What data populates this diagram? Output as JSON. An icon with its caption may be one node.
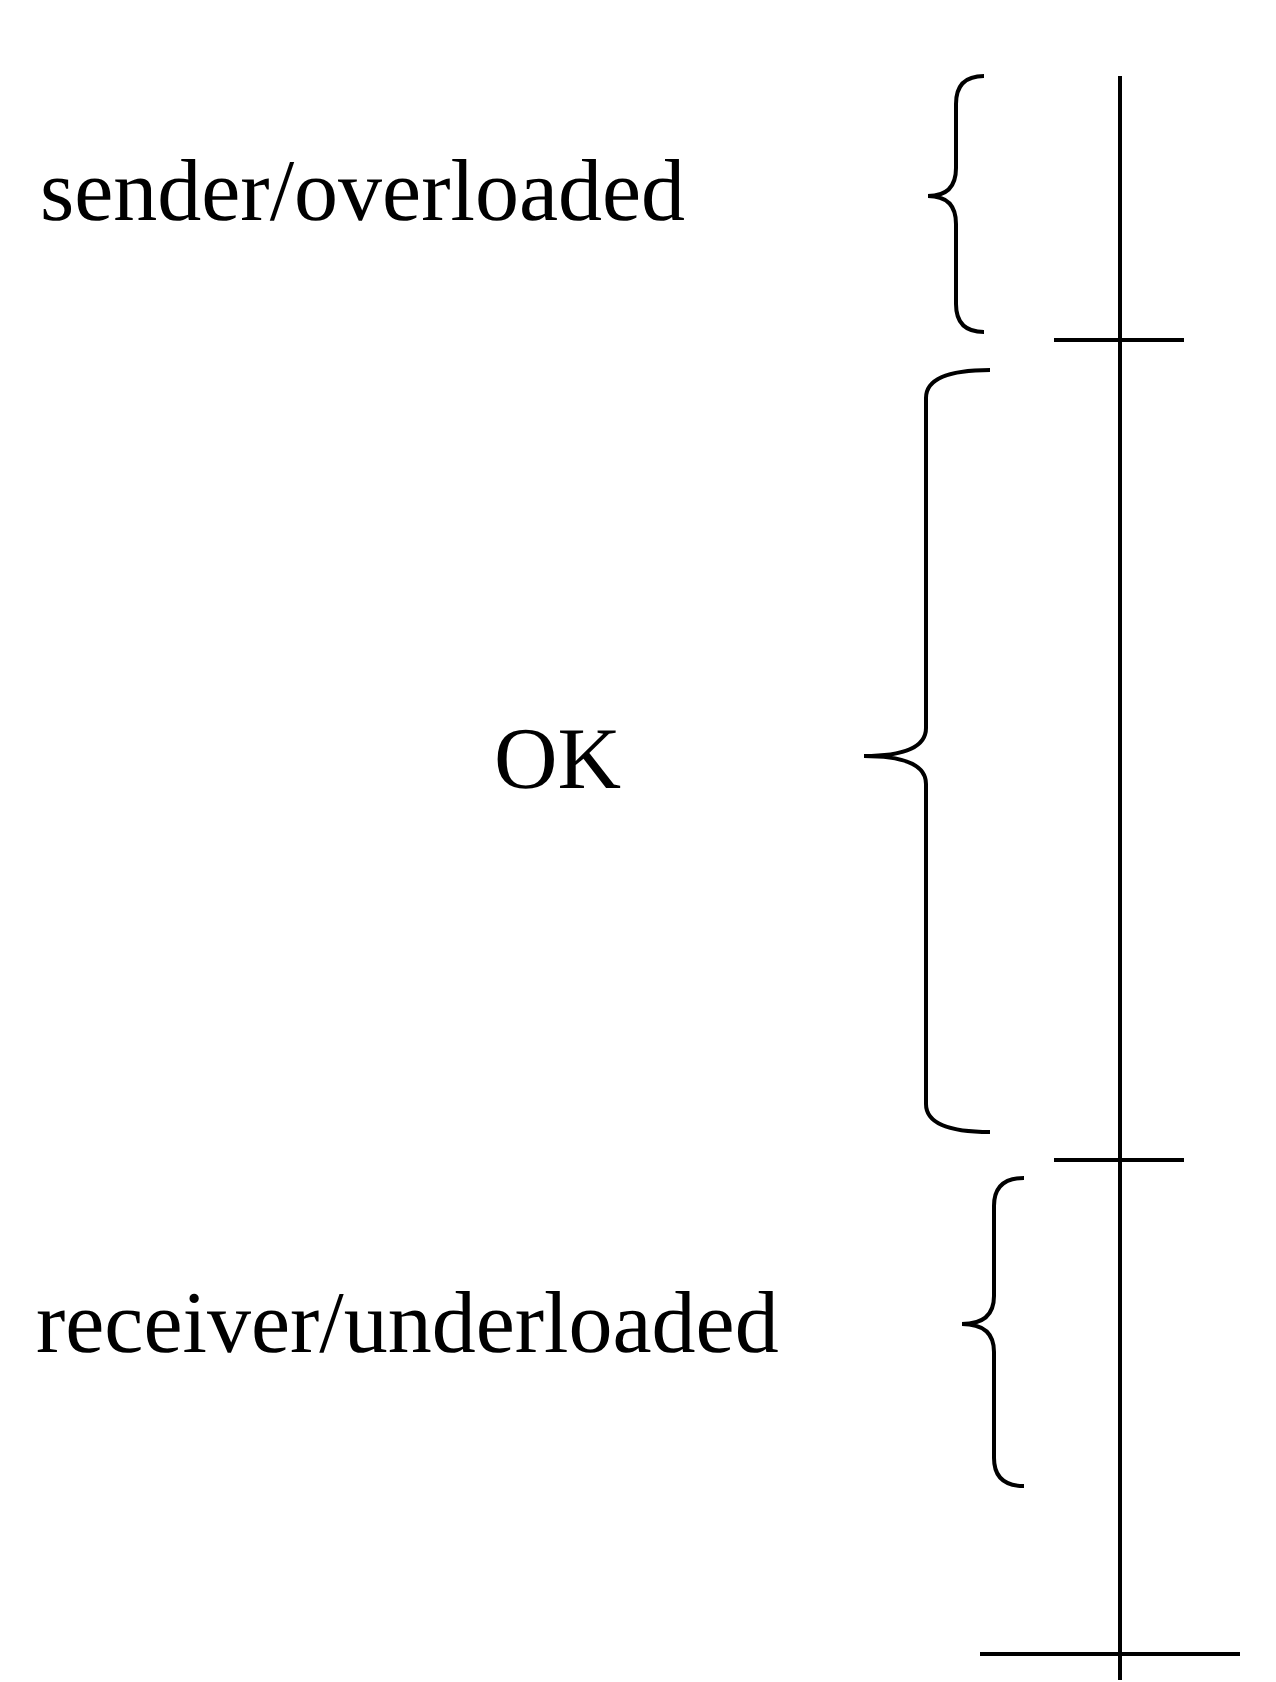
{
  "diagram": {
    "labels": [
      "sender/overloaded",
      "OK",
      "receiver/underloaded"
    ]
  }
}
